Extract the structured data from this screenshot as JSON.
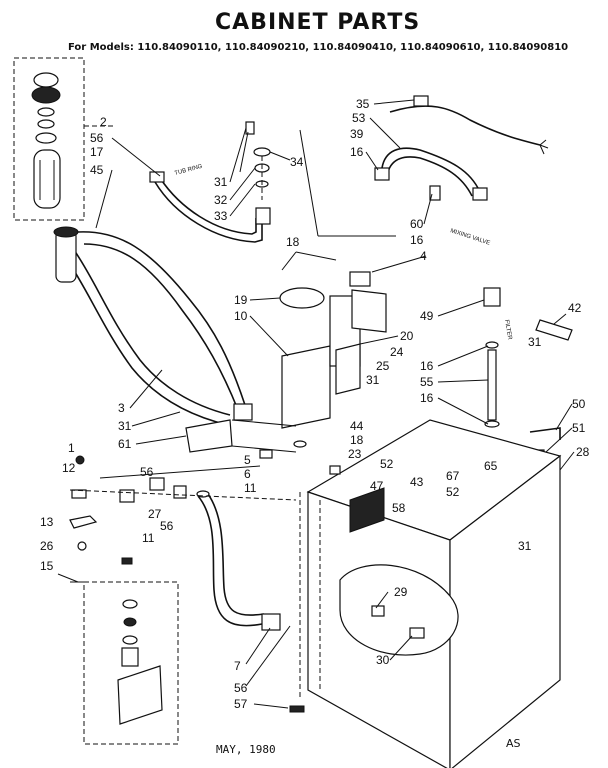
{
  "title": "CABINET PARTS",
  "subtitle": "For Models: 110.84090110, 110.84090210, 110.84090410, 110.84090610, 110.84090810",
  "date": "MAY, 1980",
  "code": "AS",
  "hose_labels": {
    "tub_ring": "TUB RING",
    "mixing_valve": "MIXING VALVE",
    "filter": "FILTER"
  },
  "part_numbers": [
    "2",
    "56",
    "17",
    "45",
    "31",
    "32",
    "33",
    "34",
    "35",
    "53",
    "39",
    "16",
    "60",
    "16",
    "4",
    "18",
    "19",
    "10",
    "20",
    "49",
    "42",
    "31",
    "24",
    "25",
    "16",
    "55",
    "31",
    "16",
    "3",
    "31",
    "61",
    "44",
    "18",
    "23",
    "50",
    "51",
    "1",
    "12",
    "5",
    "6",
    "11",
    "52",
    "65",
    "28",
    "67",
    "52",
    "47",
    "43",
    "58",
    "56",
    "27",
    "56",
    "11",
    "13",
    "26",
    "15",
    "31",
    "29",
    "30",
    "7",
    "56",
    "57"
  ]
}
